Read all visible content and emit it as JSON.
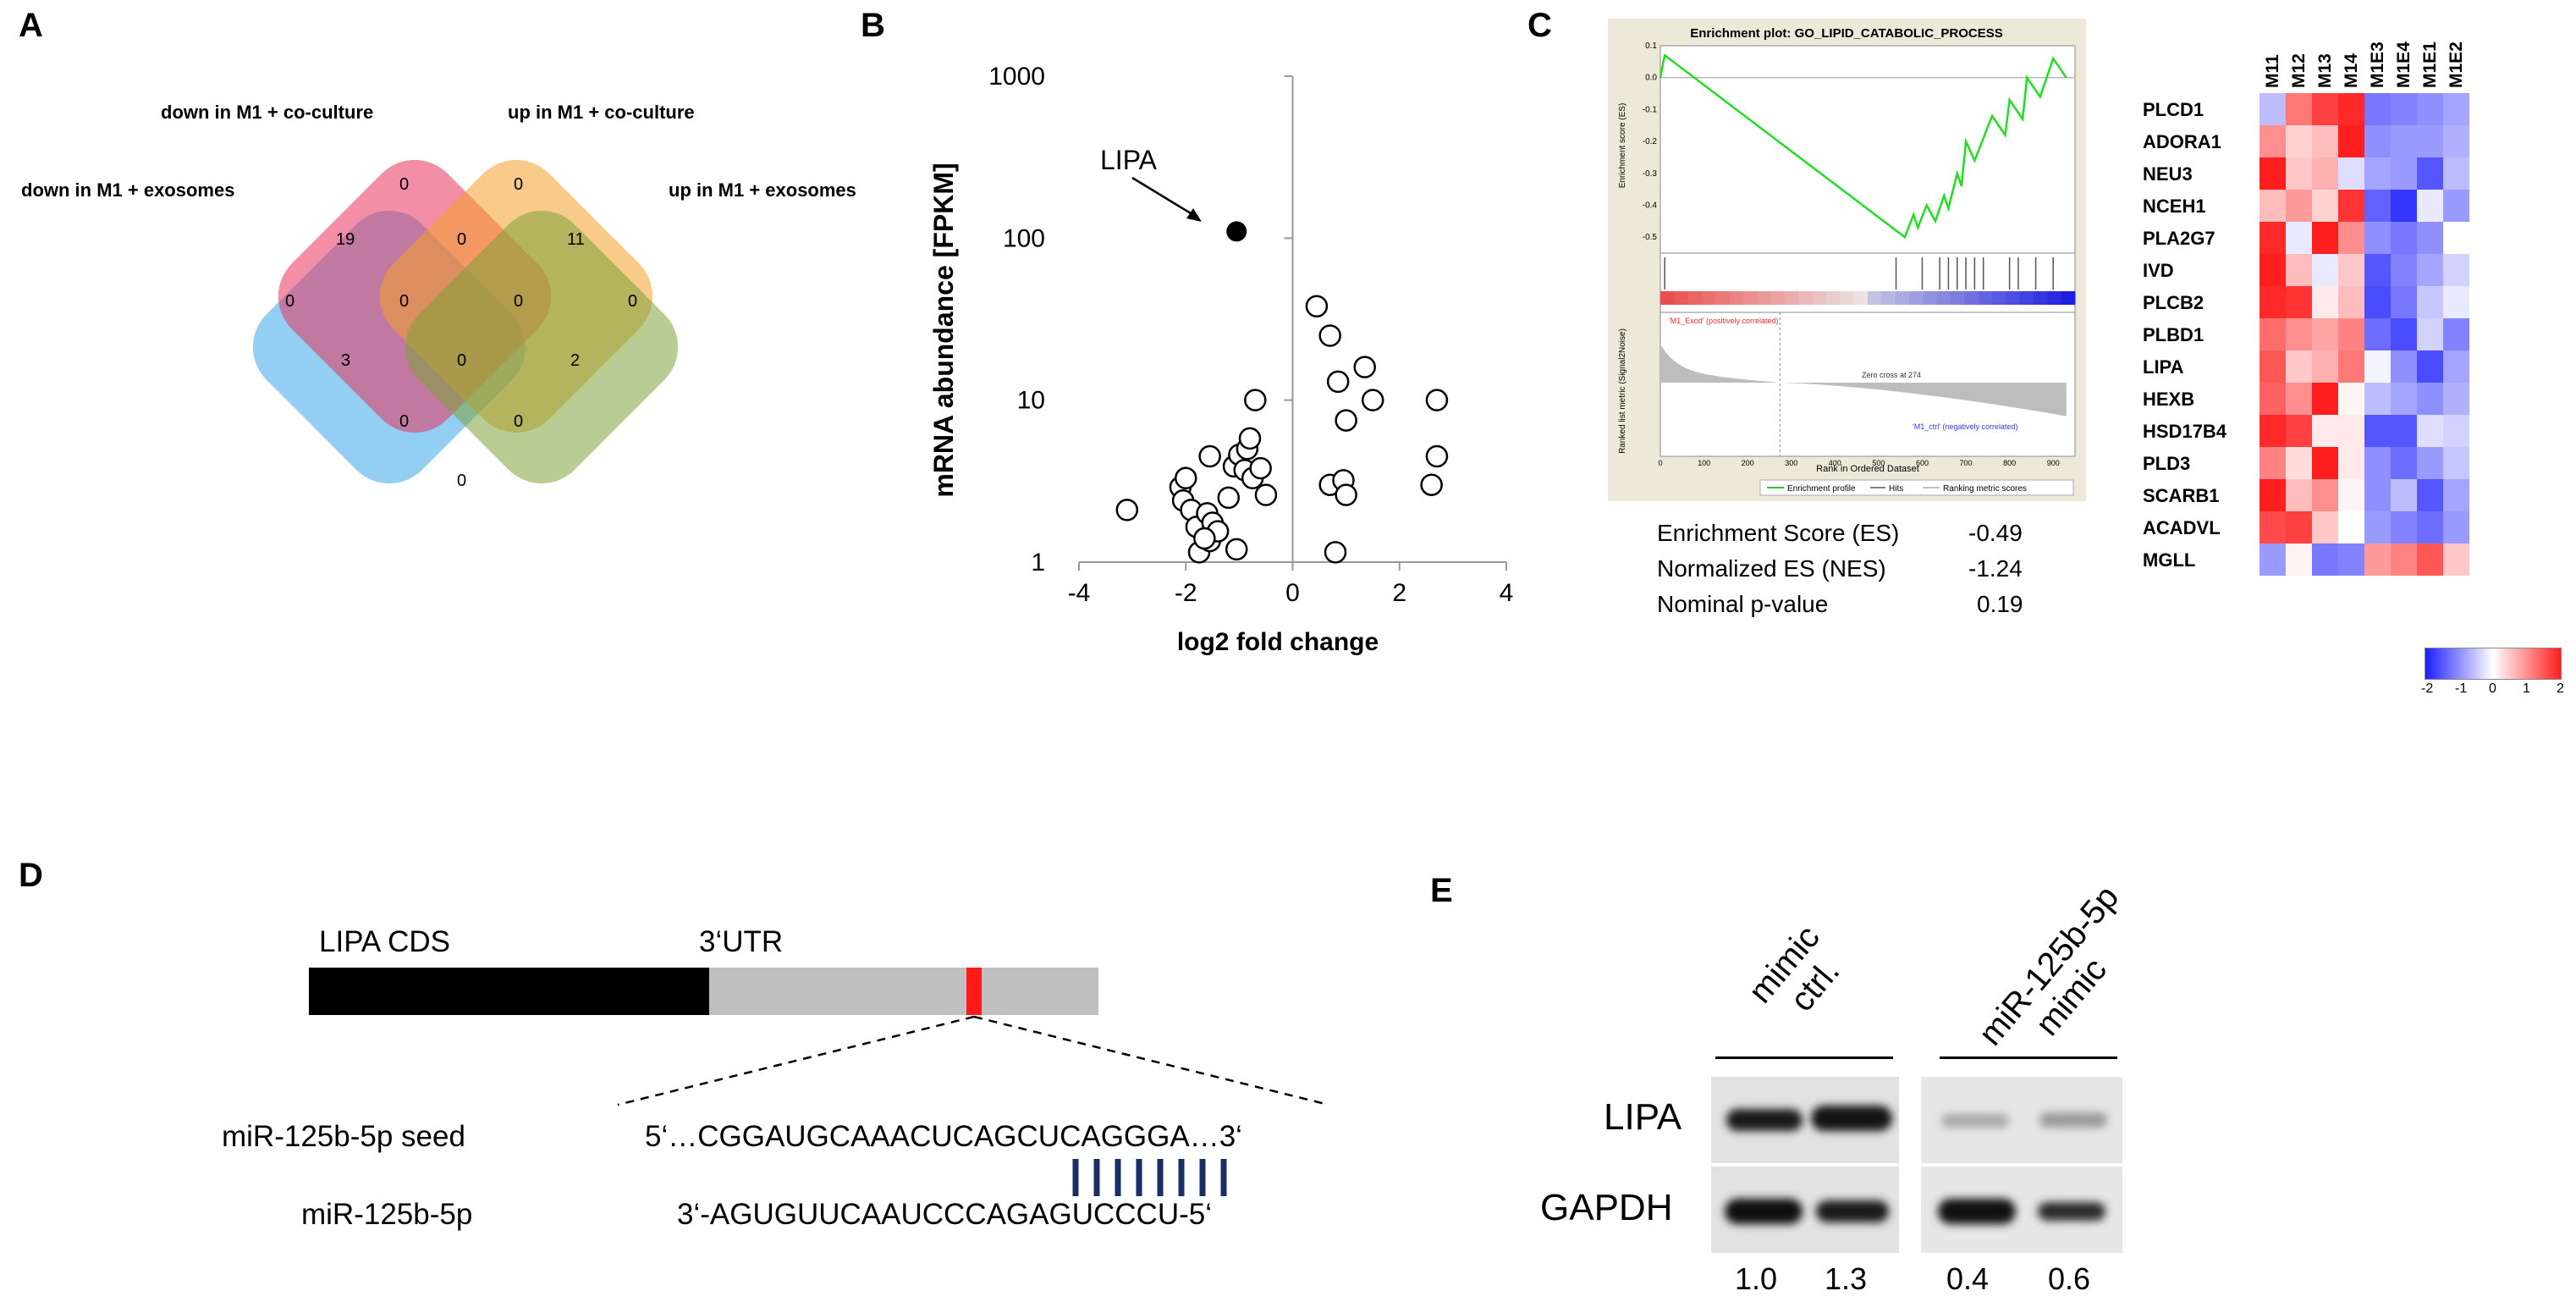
{
  "panels": {
    "a": "A",
    "b": "B",
    "c": "C",
    "d": "D",
    "e": "E"
  },
  "venn": {
    "sets": [
      {
        "label": "down in M1 + exosomes",
        "color": "#3aa8e8"
      },
      {
        "label": "down in M1 + co-culture",
        "color": "#e8335f"
      },
      {
        "label": "up in M1 + co-culture",
        "color": "#f4a12c"
      },
      {
        "label": "up in M1 + exosomes",
        "color": "#7da33a"
      }
    ],
    "counts": {
      "down_exo_only": "0",
      "down_cc_only": "0",
      "up_cc_only": "0",
      "up_exo_only": "0",
      "down_exo_down_cc": "19",
      "up_cc_up_exo": "11",
      "c_center_top": "0",
      "c_left_mid": "0",
      "c_right_mid": "0",
      "c_left_low": "3",
      "c_center": "0",
      "c_right_low": "2",
      "c_lower_left": "0",
      "c_lower_right": "0",
      "c_bottom": "0"
    }
  },
  "chart_data": [
    {
      "type": "scatter",
      "xlabel": "log2 fold change",
      "ylabel": "mRNA abundance [FPKM]",
      "xlim": [
        -4,
        4
      ],
      "ylim": [
        1,
        1000
      ],
      "yscale": "log",
      "xticks": [
        "-4",
        "-2",
        "0",
        "2",
        "4"
      ],
      "yticks": [
        "1",
        "10",
        "100",
        "1000"
      ],
      "annotation": "LIPA",
      "highlight": {
        "x": -1.05,
        "y": 110
      },
      "points": [
        [
          -3.1,
          2.1
        ],
        [
          -2.1,
          2.9
        ],
        [
          -2.0,
          3.3
        ],
        [
          -2.05,
          2.4
        ],
        [
          -1.9,
          2.1
        ],
        [
          -1.8,
          1.65
        ],
        [
          -1.75,
          1.15
        ],
        [
          -1.6,
          2.0
        ],
        [
          -1.55,
          1.35
        ],
        [
          -1.5,
          1.75
        ],
        [
          -1.4,
          1.55
        ],
        [
          -1.65,
          1.4
        ],
        [
          -1.55,
          4.5
        ],
        [
          -1.2,
          2.5
        ],
        [
          -1.1,
          3.9
        ],
        [
          -1.0,
          4.6
        ],
        [
          -0.9,
          3.7
        ],
        [
          -0.85,
          5.0
        ],
        [
          -0.8,
          5.8
        ],
        [
          -0.75,
          3.3
        ],
        [
          -0.7,
          10
        ],
        [
          -0.6,
          3.8
        ],
        [
          -0.5,
          2.6
        ],
        [
          -1.05,
          1.2
        ],
        [
          0.45,
          38
        ],
        [
          0.7,
          25
        ],
        [
          0.85,
          13
        ],
        [
          1.35,
          16
        ],
        [
          1.5,
          10
        ],
        [
          1.0,
          7.5
        ],
        [
          0.7,
          3.0
        ],
        [
          0.95,
          3.2
        ],
        [
          1.0,
          2.6
        ],
        [
          0.8,
          1.15
        ],
        [
          2.7,
          10
        ],
        [
          2.7,
          4.5
        ],
        [
          2.6,
          3.0
        ]
      ]
    },
    {
      "type": "line",
      "title": "Enrichment plot: GO_LIPID_CATABOLIC_PROCESS",
      "ylabel": "Enrichment score (ES)",
      "ylabel2": "Ranked list metric (Signal2Noise)",
      "xlabel": "Rank in Ordered Dataset",
      "xticks": [
        "0",
        "100",
        "200",
        "300",
        "400",
        "500",
        "600",
        "700",
        "800",
        "900"
      ],
      "yticks": [
        "0.1",
        "0.0",
        "-0.1",
        "-0.2",
        "-0.3",
        "-0.4",
        "-0.5"
      ],
      "ylim": [
        -0.55,
        0.1
      ],
      "xlim": [
        0,
        950
      ],
      "es_curve": [
        [
          0,
          0.0
        ],
        [
          10,
          0.07
        ],
        [
          560,
          -0.5
        ],
        [
          580,
          -0.43
        ],
        [
          590,
          -0.47
        ],
        [
          610,
          -0.4
        ],
        [
          630,
          -0.45
        ],
        [
          650,
          -0.37
        ],
        [
          660,
          -0.41
        ],
        [
          680,
          -0.3
        ],
        [
          690,
          -0.34
        ],
        [
          700,
          -0.2
        ],
        [
          720,
          -0.26
        ],
        [
          760,
          -0.12
        ],
        [
          790,
          -0.18
        ],
        [
          800,
          -0.07
        ],
        [
          830,
          -0.13
        ],
        [
          840,
          0.0
        ],
        [
          870,
          -0.06
        ],
        [
          900,
          0.06
        ],
        [
          930,
          0.0
        ]
      ],
      "hits": [
        10,
        540,
        600,
        640,
        660,
        680,
        700,
        720,
        740,
        800,
        820,
        860,
        900
      ],
      "zero_cross_label": "Zero cross at 274",
      "pos_label": "'M1_Exod' (positively correlated)",
      "neg_label": "'M1_ctrl' (negatively correlated)",
      "legend": [
        "Enrichment profile",
        "Hits",
        "Ranking metric scores"
      ],
      "stats": [
        {
          "label": "Enrichment Score (ES)",
          "value": "-0.49"
        },
        {
          "label": "Normalized ES (NES)",
          "value": "-1.24"
        },
        {
          "label": "Nominal p-value",
          "value": "0.19"
        }
      ]
    },
    {
      "type": "heatmap",
      "columns": [
        "M11",
        "M12",
        "M13",
        "M14",
        "M1E3",
        "M1E4",
        "M1E1",
        "M1E2"
      ],
      "rows": [
        "PLCD1",
        "ADORA1",
        "NEU3",
        "NCEH1",
        "PLA2G7",
        "IVD",
        "PLCB2",
        "PLBD1",
        "LIPA",
        "HEXB",
        "HSD17B4",
        "PLD3",
        "SCARB1",
        "ACADVL",
        "MGLL"
      ],
      "values": [
        [
          -0.6,
          1.2,
          1.7,
          1.9,
          -1.2,
          -1.1,
          -1.0,
          -0.8
        ],
        [
          1.0,
          0.4,
          0.6,
          2.0,
          -1.0,
          -0.9,
          -0.9,
          -0.7
        ],
        [
          2.0,
          0.5,
          0.7,
          -0.3,
          -0.8,
          -0.9,
          -1.5,
          -0.6
        ],
        [
          0.6,
          0.9,
          0.4,
          1.8,
          -1.4,
          -1.8,
          -0.2,
          -0.9
        ],
        [
          1.9,
          -0.2,
          2.0,
          1.0,
          -1.0,
          -1.2,
          -1.0,
          0.0
        ],
        [
          2.0,
          0.6,
          -0.2,
          0.5,
          -1.5,
          -1.1,
          -0.8,
          -0.4
        ],
        [
          1.9,
          1.8,
          0.2,
          0.6,
          -1.6,
          -1.2,
          -0.5,
          -0.2
        ],
        [
          1.3,
          1.0,
          0.8,
          1.1,
          -1.3,
          -1.6,
          -0.4,
          -1.1
        ],
        [
          1.5,
          0.5,
          0.7,
          1.2,
          -0.1,
          -1.0,
          -1.6,
          -0.8
        ],
        [
          1.4,
          1.0,
          2.0,
          0.1,
          -0.6,
          -0.8,
          -1.0,
          -0.7
        ],
        [
          1.9,
          1.7,
          0.2,
          0.2,
          -1.5,
          -1.5,
          -0.3,
          -0.4
        ],
        [
          1.1,
          0.3,
          2.0,
          0.2,
          -1.0,
          -1.3,
          -0.9,
          -0.5
        ],
        [
          2.0,
          0.6,
          1.0,
          0.1,
          -1.0,
          -0.6,
          -1.5,
          -0.8
        ],
        [
          1.6,
          1.7,
          0.5,
          0.0,
          -0.9,
          -1.1,
          -1.3,
          -0.9
        ],
        [
          -0.9,
          0.1,
          -1.2,
          -1.1,
          0.9,
          1.1,
          1.5,
          0.5
        ]
      ],
      "colorbar_ticks": [
        "-2",
        "-1",
        "0",
        "1",
        "2"
      ],
      "vmin": -2,
      "vmax": 2
    }
  ],
  "construct": {
    "cds_label": "LIPA CDS",
    "utr_label": "3‘UTR",
    "seed_label": "miR-125b-5p seed",
    "seed_seq": "5‘…CGGAUGCAAACUCAGCUCAGGGA…3‘",
    "mirna_label": "miR-125b-5p",
    "mirna_seq": "3‘-AGUGUUCAAUCCCAGAGUCCCU-5‘",
    "pairs": 8
  },
  "blot": {
    "group1_line1": "mimic",
    "group1_line2": "ctrl.",
    "group2_line1": "miR-125b-5p",
    "group2_line2": "mimic",
    "row1": "LIPA",
    "row2": "GAPDH",
    "quant": [
      "1.0",
      "1.3",
      "0.4",
      "0.6"
    ]
  }
}
